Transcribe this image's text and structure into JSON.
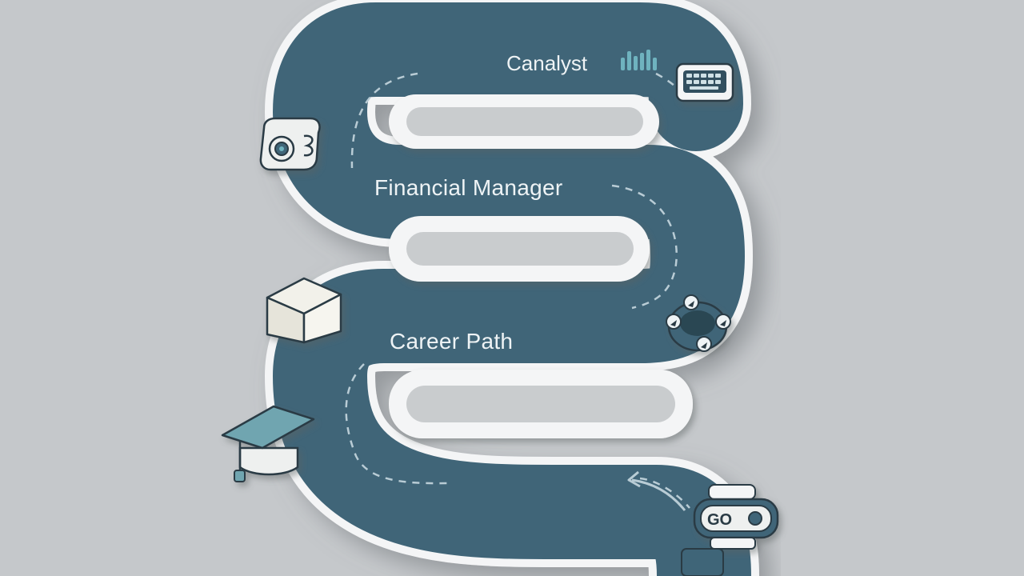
{
  "labels": {
    "top": "Canalyst",
    "middle": "Financial Manager",
    "lower": "Career Path"
  },
  "icons": [
    "bar-chart-icon",
    "keyboard-icon",
    "document-scroll-icon",
    "mortarboard-box-icon",
    "waypoint-cluster-icon",
    "graduation-cap-icon",
    "go-sign-icon",
    "return-arrow-icon"
  ],
  "colors": {
    "background": "#c5c8cb",
    "road": "#3f6578",
    "road_border": "#f4f5f6",
    "accent": "#6fb3bf",
    "dash": "#b9ccd5"
  }
}
